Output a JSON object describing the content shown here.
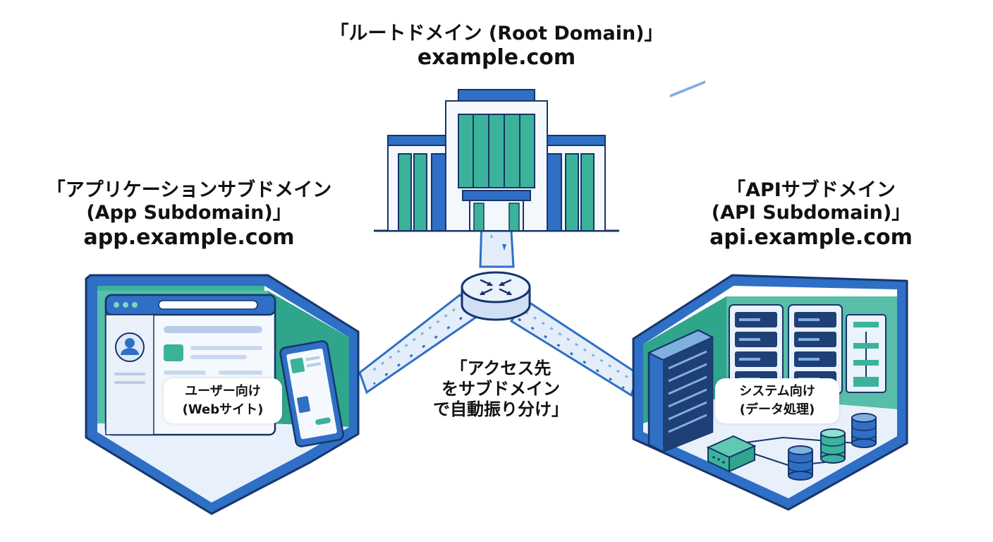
{
  "root": {
    "title": "「ルートドメイン (Root Domain)」",
    "domain": "example.com"
  },
  "app": {
    "title_line1": "「アプリケーションサブドメイン",
    "title_line2": "(App Subdomain)」",
    "domain": "app.example.com",
    "bubble_line1": "ユーザー向け",
    "bubble_line2": "(Webサイト)"
  },
  "api": {
    "title_line1": "「APIサブドメイン",
    "title_line2": "(API Subdomain)」",
    "domain": "api.example.com",
    "bubble_line1": "システム向け",
    "bubble_line2": "(データ処理)"
  },
  "router": {
    "caption_line1": "「アクセス先",
    "caption_line2": "をサブドメイン",
    "caption_line3": "で自動振り分け」"
  },
  "colors": {
    "primary_blue": "#2f6fc6",
    "dark_navy": "#17356b",
    "teal": "#3bb39a",
    "light_blue": "#dbe9f8"
  }
}
